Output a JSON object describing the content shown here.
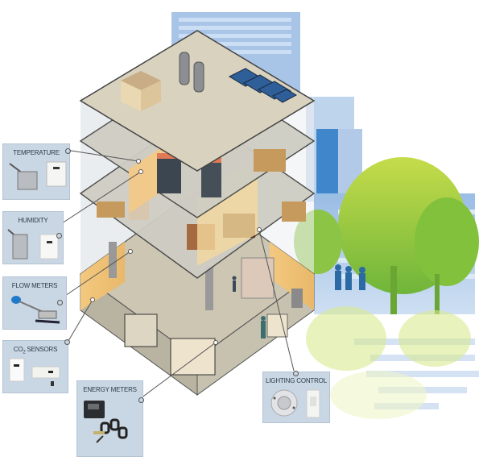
{
  "diagram": {
    "description": "Isometric cutaway of a smart building with sensor callouts",
    "colors": {
      "panel_bg": "#c9d6e3",
      "floor_beige": "#d9d1bd",
      "wall_orange": "#f1c27a",
      "sky_blue": "#6fa4d8",
      "tree_green": "#9cc83c"
    },
    "callouts": [
      {
        "id": "temperature",
        "label": "TEMPERATURE",
        "icons": [
          "duct-sensor-icon",
          "wall-thermostat-icon"
        ]
      },
      {
        "id": "humidity",
        "label": "HUMIDITY",
        "icons": [
          "duct-humidity-sensor-icon",
          "wall-humidity-sensor-icon"
        ]
      },
      {
        "id": "flow_meters",
        "label": "FLOW METERS",
        "icons": [
          "flow-meter-icon"
        ]
      },
      {
        "id": "co2_sensors",
        "label_main": "CO",
        "label_sub": "2",
        "label_rest": " SENSORS",
        "icons": [
          "wall-co2-sensor-icon",
          "duct-co2-sensor-icon"
        ]
      },
      {
        "id": "energy_meters",
        "label": "ENERGY METERS",
        "icons": [
          "power-meter-icon",
          "current-transformer-icon",
          "clamp-probe-icon"
        ]
      },
      {
        "id": "lighting_control",
        "label": "LIGHTING CONTROL",
        "icons": [
          "occupancy-sensor-icon",
          "light-switch-icon"
        ]
      }
    ],
    "rooftop": [
      "hvac-unit-icon",
      "exhaust-stack-icon",
      "solar-panel-icon"
    ]
  }
}
